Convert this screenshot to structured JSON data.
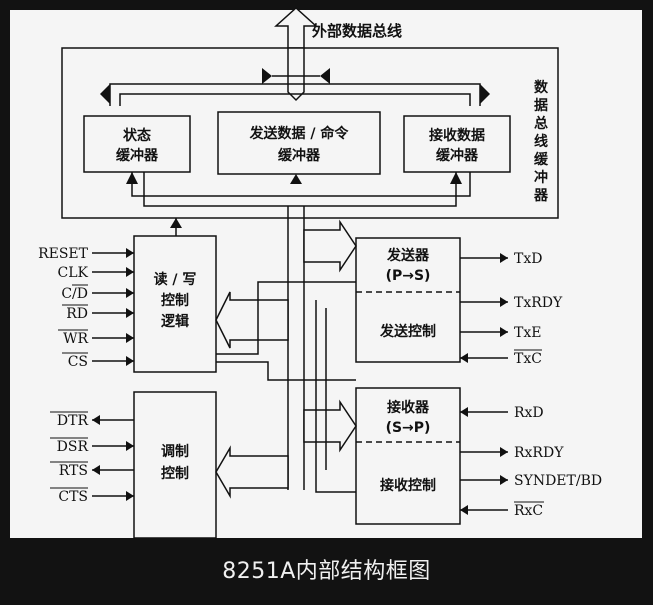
{
  "diagram": {
    "external_bus_label": "外部数据总线",
    "bus_buffer_label_chars": [
      "数",
      "据",
      "总",
      "线",
      "缓",
      "冲",
      "器"
    ],
    "blocks": {
      "status_buffer": [
        "状态",
        "缓冲器"
      ],
      "tx_data_cmd_buffer": [
        "发送数据 / 命令",
        "缓冲器"
      ],
      "rx_data_buffer": [
        "接收数据",
        "缓冲器"
      ],
      "rw_control": [
        "读 / 写",
        "控制",
        "逻辑"
      ],
      "modem_control": [
        "调制",
        "控制"
      ],
      "transmitter": [
        "发送器",
        "(P→S)"
      ],
      "transmit_control": "发送控制",
      "receiver": [
        "接收器",
        "(S→P)"
      ],
      "receive_control": "接收控制"
    },
    "left_signals_rw": [
      "RESET",
      "CLK",
      "C/D",
      "RD",
      "WR",
      "CS"
    ],
    "left_signals_modem": [
      "DTR",
      "DSR",
      "RTS",
      "CTS"
    ],
    "right_signals_tx": [
      "TxD",
      "TxRDY",
      "TxE",
      "TxC"
    ],
    "right_signals_rx": [
      "RxD",
      "RxRDY",
      "SYNDET/BD",
      "RxC"
    ]
  },
  "caption": "8251A内部结构框图",
  "colors": {
    "paper": "#f5f5f5",
    "ink": "#111111",
    "frame_dark": "#121212",
    "caption_text": "#f0f0f0"
  }
}
